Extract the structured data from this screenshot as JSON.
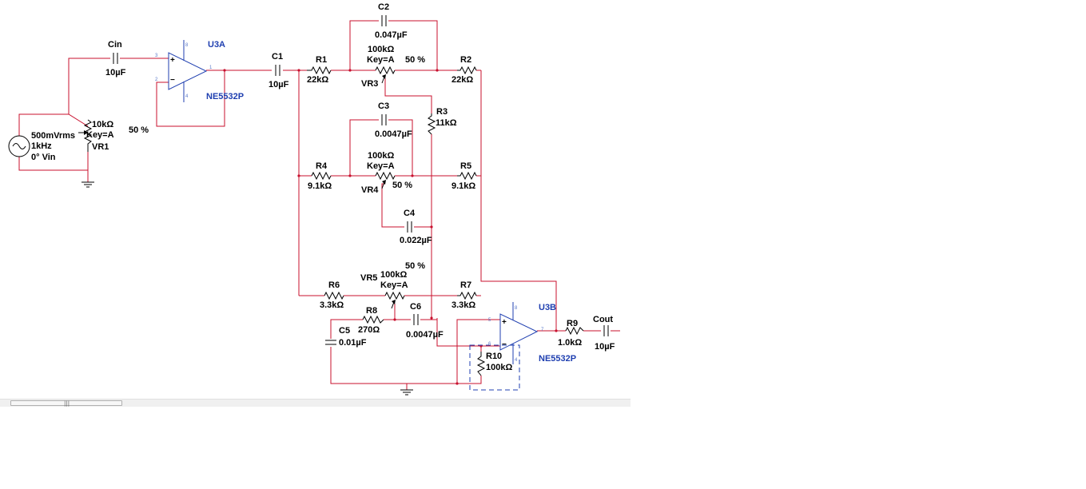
{
  "schematic": {
    "source": {
      "ref": "Vin",
      "amplitude": "500mVrms",
      "frequency": "1kHz",
      "phase": "0°",
      "phase_ref": "0° Vin"
    },
    "pots": [
      {
        "ref": "VR1",
        "value": "10kΩ",
        "key": "Key=A",
        "setting": "50 %"
      },
      {
        "ref": "VR3",
        "value": "100kΩ",
        "key": "Key=A",
        "setting": "50 %"
      },
      {
        "ref": "VR4",
        "value": "100kΩ",
        "key": "Key=A",
        "setting": "50 %"
      },
      {
        "ref": "VR5",
        "value": "100kΩ",
        "key": "Key=A",
        "setting": "50 %"
      }
    ],
    "capacitors": [
      {
        "ref": "Cin",
        "value": "10µF"
      },
      {
        "ref": "C1",
        "value": "10µF"
      },
      {
        "ref": "C2",
        "value": "0.047µF"
      },
      {
        "ref": "C3",
        "value": "0.0047µF"
      },
      {
        "ref": "C4",
        "value": "0.022µF"
      },
      {
        "ref": "C5",
        "value": "0.01µF"
      },
      {
        "ref": "C6",
        "value": "0.0047µF"
      },
      {
        "ref": "Cout",
        "value": "10µF"
      }
    ],
    "resistors": [
      {
        "ref": "R1",
        "value": "22kΩ"
      },
      {
        "ref": "R2",
        "value": "22kΩ"
      },
      {
        "ref": "R3",
        "value": "11kΩ"
      },
      {
        "ref": "R4",
        "value": "9.1kΩ"
      },
      {
        "ref": "R5",
        "value": "9.1kΩ"
      },
      {
        "ref": "R6",
        "value": "3.3kΩ"
      },
      {
        "ref": "R7",
        "value": "3.3kΩ"
      },
      {
        "ref": "R8",
        "value": "270Ω"
      },
      {
        "ref": "R9",
        "value": "1.0kΩ"
      },
      {
        "ref": "R10",
        "value": "100kΩ"
      }
    ],
    "opamps": [
      {
        "ref": "U3A",
        "part": "NE5532P",
        "pins": [
          "3",
          "2",
          "1",
          "8",
          "4"
        ]
      },
      {
        "ref": "U3B",
        "part": "NE5532P",
        "pins": [
          "5",
          "6",
          "7",
          "8",
          "4"
        ]
      }
    ],
    "colors": {
      "wire": "#c8102e",
      "component": "#000000",
      "opamp": "#1f3fb0",
      "selection": "#1f3fb0"
    }
  },
  "scrollbar": {
    "grip": "|||"
  }
}
